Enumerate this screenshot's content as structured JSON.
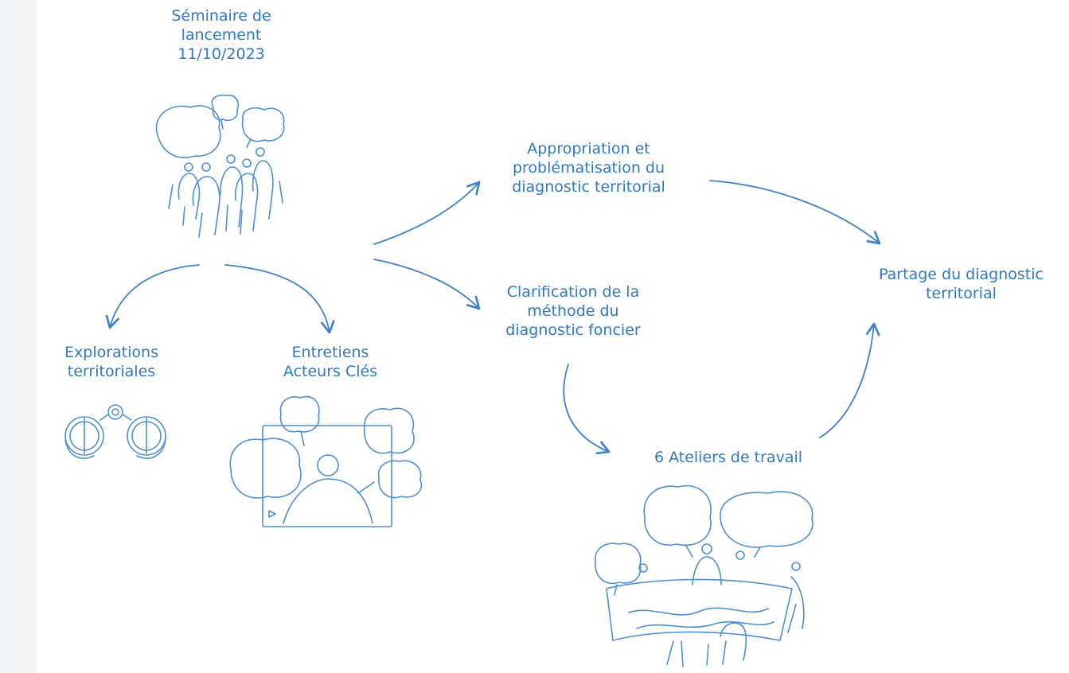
{
  "colors": {
    "accent": "#2f78c4",
    "line": "#4d8fd4",
    "background": "#ffffff"
  },
  "nodes": {
    "seminar": {
      "line1": "Séminaire de",
      "line2": "lancement",
      "line3": "11/10/2023"
    },
    "explorations": {
      "line1": "Explorations",
      "line2": "territoriales"
    },
    "entretiens": {
      "line1": "Entretiens",
      "line2": "Acteurs Clés"
    },
    "appropriation": {
      "line1": "Appropriation et",
      "line2": "problématisation du",
      "line3": "diagnostic territorial"
    },
    "clarification": {
      "line1": "Clarification de la",
      "line2": "méthode du",
      "line3": "diagnostic foncier"
    },
    "ateliers": {
      "line1": "6 Ateliers de travail"
    },
    "partage": {
      "line1": "Partage du diagnostic",
      "line2": "territorial"
    }
  },
  "icons": {
    "seminar": "group-with-speech-bubbles-icon",
    "explorations": "binoculars-icon",
    "entretiens": "video-call-with-speech-bubbles-icon",
    "ateliers": "workshop-around-map-table-icon"
  }
}
